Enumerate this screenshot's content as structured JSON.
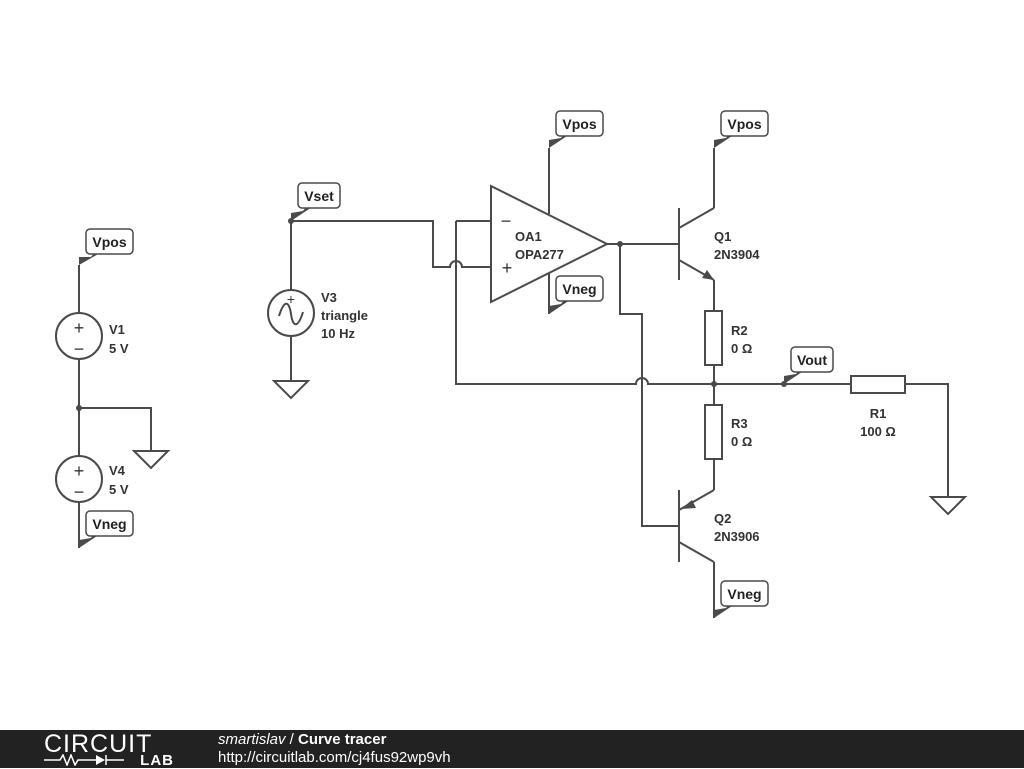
{
  "schematic": {
    "net_labels": {
      "vpos_left": "Vpos",
      "vneg_left": "Vneg",
      "vset": "Vset",
      "vpos_opamp": "Vpos",
      "vneg_opamp": "Vneg",
      "vpos_q1": "Vpos",
      "vout": "Vout",
      "vneg_q2": "Vneg"
    },
    "components": {
      "v1": {
        "name": "V1",
        "value": "5 V"
      },
      "v4": {
        "name": "V4",
        "value": "5 V"
      },
      "v3": {
        "name": "V3",
        "type": "triangle",
        "value": "10 Hz"
      },
      "oa1": {
        "name": "OA1",
        "part": "OPA277",
        "minus": "−",
        "plus": "+"
      },
      "q1": {
        "name": "Q1",
        "part": "2N3904"
      },
      "q2": {
        "name": "Q2",
        "part": "2N3906"
      },
      "r2": {
        "name": "R2",
        "value": "0 Ω"
      },
      "r3": {
        "name": "R3",
        "value": "0 Ω"
      },
      "r1": {
        "name": "R1",
        "value": "100 Ω"
      }
    },
    "source_signs": {
      "plus": "+",
      "minus": "−"
    }
  },
  "footer": {
    "logo_top": "CIRCUIT",
    "logo_bottom": "LAB",
    "user": "smartislav",
    "separator": " / ",
    "title": "Curve tracer",
    "url": "http://circuitlab.com/cj4fus92wp9vh"
  }
}
